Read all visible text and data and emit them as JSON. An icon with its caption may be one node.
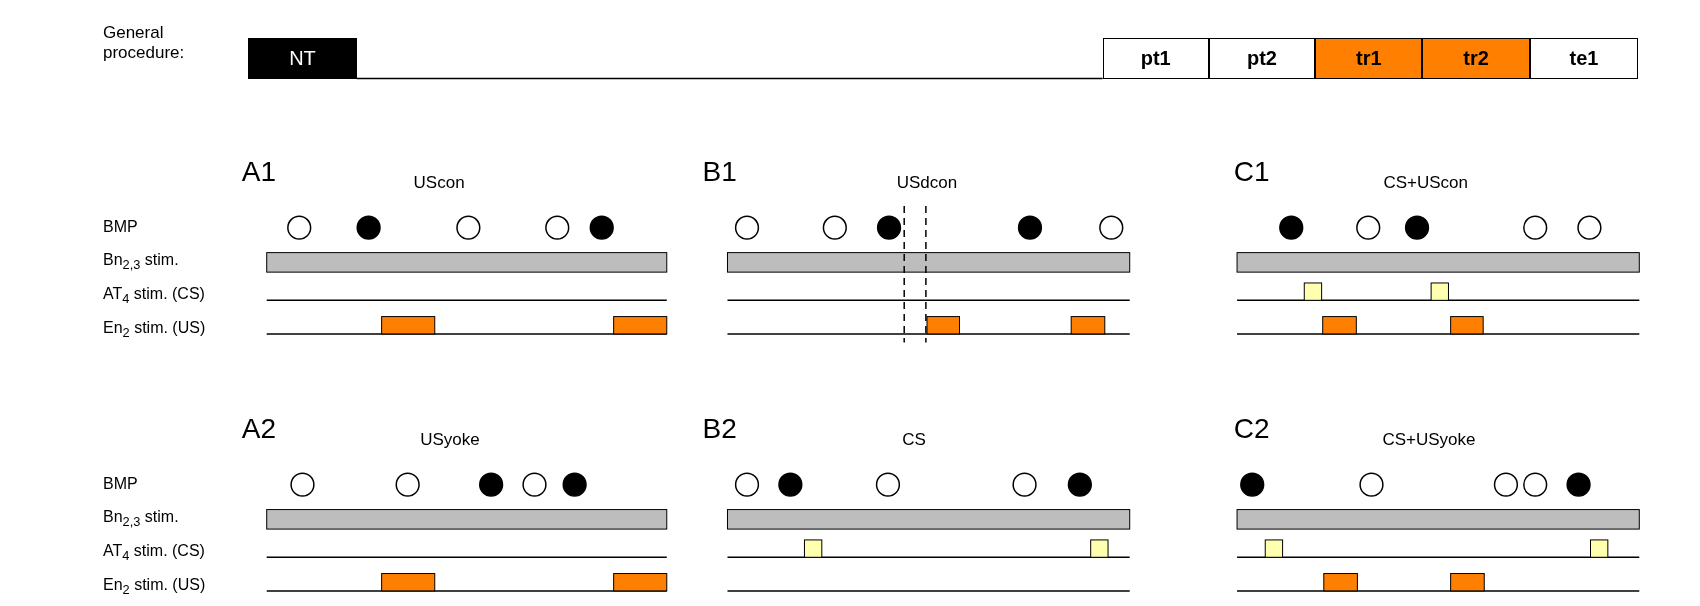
{
  "diagram": {
    "nodes": [
      {
        "text": [
          "NT"
        ]
      },
      {
        "text": [
          "pt1"
        ]
      },
      {
        "text": [
          "pt2"
        ]
      },
      {
        "text": [
          "tr1"
        ]
      },
      {
        "text": [
          "tr2"
        ]
      },
      {
        "text": [
          "te1"
        ]
      }
    ],
    "edges": [
      {
        "from": 0,
        "to": 1,
        "arrow": "none"
      }
    ],
    "labels": [
      "General procedure:",
      "A1",
      "UScon",
      "B1",
      "USdcon",
      "C1",
      "CS+UScon",
      "BMP",
      "Bn$_{2,3}$ stim.",
      "AT$_{4}$ stim. (CS)",
      "En$_{2}$ stim. (US)",
      "A2",
      "USyoke",
      "B2",
      "CS",
      "C2",
      "CS+USyoke",
      "BMP",
      "Bn$_{2,3}$ stim.",
      "AT$_{4}$ stim. (CS)",
      "En$_{2}$ stim. (US)"
    ]
  }
}
